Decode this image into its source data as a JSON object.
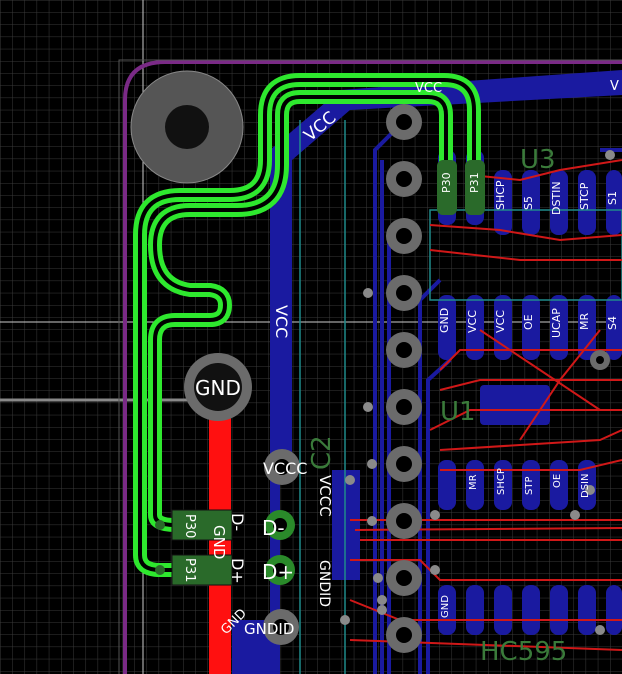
{
  "colors": {
    "background": "#000000",
    "grid": "#3a3a3a",
    "board_edge": "#7a2a86",
    "front_copper": "#d01818",
    "back_copper": "#1a1aa0",
    "selected_track": "#2ee82e",
    "pad": "#6b6b6b",
    "pad_hole": "#000000",
    "silk_text": "#ffffff",
    "fab_text": "#3a7a3a",
    "smd_pad": "#2a6a2a",
    "courtyard": "#1f8a8a"
  },
  "net_labels": {
    "vcc_top": "VCC",
    "vcc_diag": "VCC",
    "vcc_vert": "VCC",
    "vcc_pad": "VCCC",
    "vcc_pad2": "VCCC",
    "gnd_pad": "GND",
    "gnd_trace": "GND",
    "gnd_bottom": "GNDID",
    "gnd_bottom2": "GNDID",
    "gnd_vert": "GND",
    "dminus": "D-",
    "dplus": "D+",
    "dminus_pad": "D-",
    "dplus_pad": "D+",
    "p30": "P30",
    "p31": "P31",
    "p30_top": "P30",
    "p31_top": "P31"
  },
  "ic_top_pins": [
    "SHCP",
    "S5",
    "DSTIN",
    "STCP",
    "S1"
  ],
  "ic_mid_pins": [
    "GND",
    "VCC",
    "VCC",
    "OE",
    "UCAP",
    "MR",
    "S4"
  ],
  "ic_lower_pins": [
    "MR",
    "SHCP",
    "STP",
    "OE",
    "DSIN"
  ],
  "ic_bottom_pins": [
    "GND"
  ],
  "ref_labels": {
    "u3": "U3",
    "ic_ref": "HC595",
    "fab_left": "C2",
    "fab_u1": "U1"
  }
}
